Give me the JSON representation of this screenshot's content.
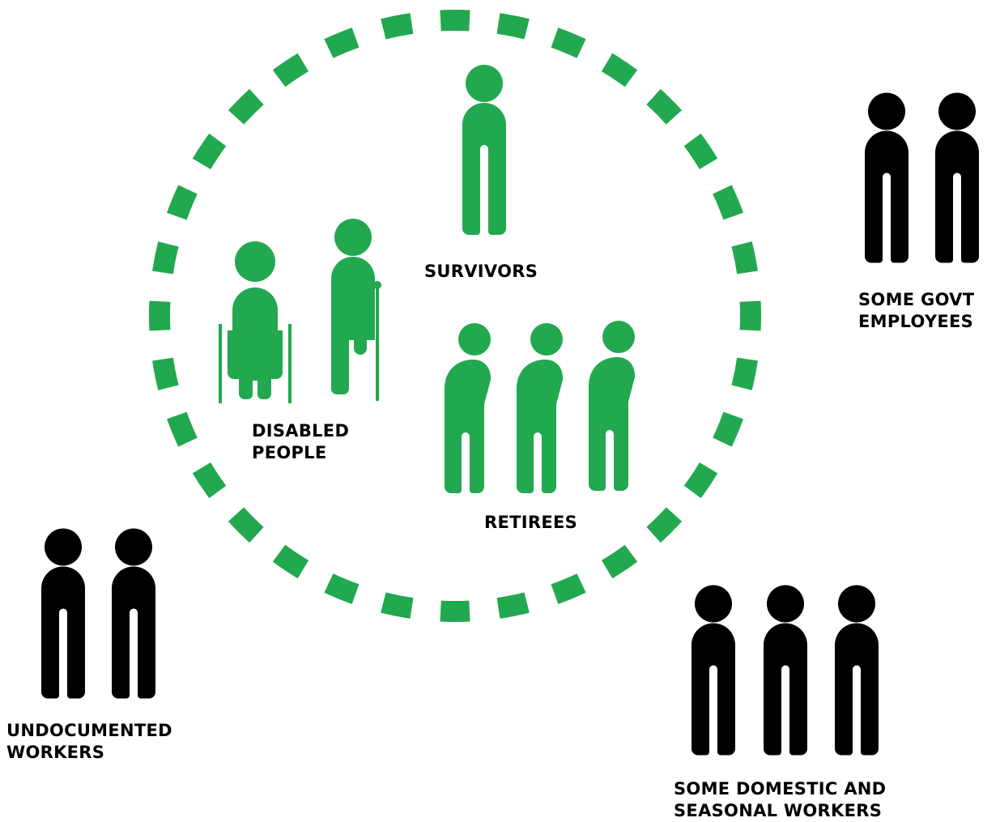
{
  "colors": {
    "covered": "#22a84f",
    "excluded": "#000000",
    "background": "#ffffff"
  },
  "groups": {
    "survivors": {
      "lines": [
        "SURVIVORS"
      ],
      "covered": true
    },
    "disabled": {
      "lines": [
        "DISABLED",
        "PEOPLE"
      ],
      "covered": true
    },
    "retirees": {
      "lines": [
        "RETIREES"
      ],
      "covered": true
    },
    "govt": {
      "lines": [
        "SOME GOVT",
        "EMPLOYEES"
      ],
      "covered": false
    },
    "undocumented": {
      "lines": [
        "UNDOCUMENTED",
        "WORKERS"
      ],
      "covered": false
    },
    "domestic": {
      "lines": [
        "SOME DOMESTIC AND",
        "SEASONAL WORKERS"
      ],
      "covered": false
    }
  },
  "icons": {
    "wheelchair": "wheelchair-person-icon",
    "cane": "cane-person-icon",
    "standing": "standing-person-icon",
    "elderly": "elderly-person-icon"
  }
}
